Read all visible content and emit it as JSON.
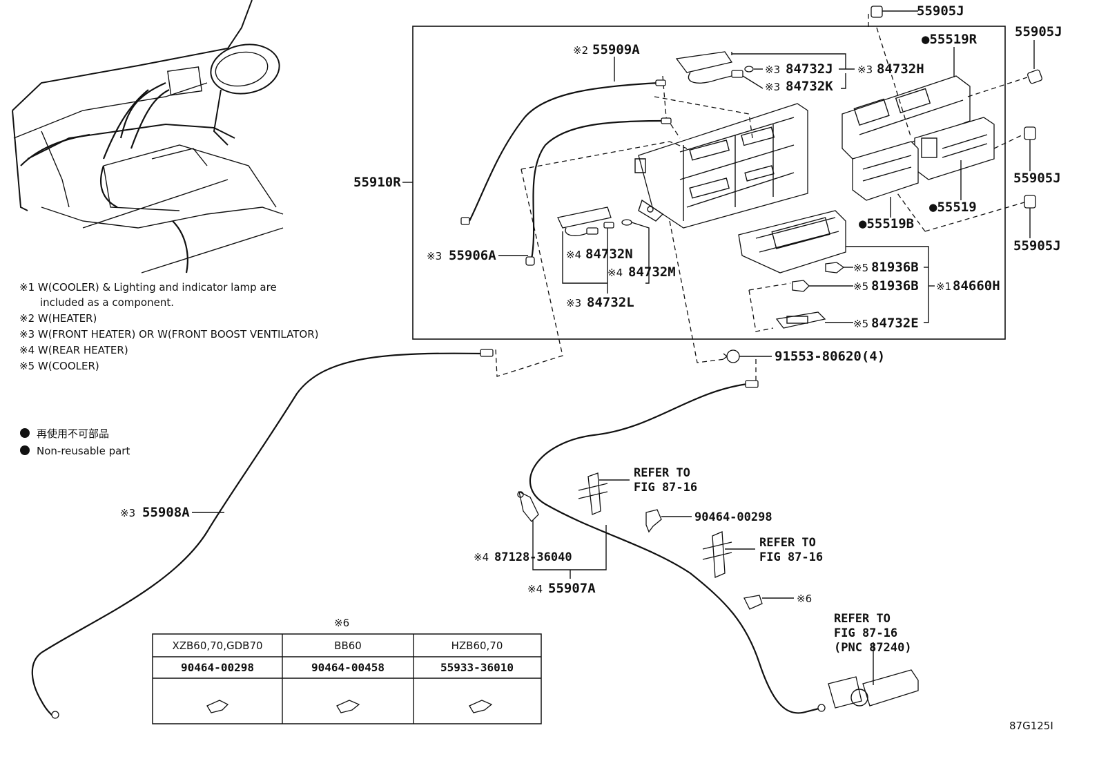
{
  "diagram_code": "87G125I",
  "callouts": {
    "p55905J_top": "55905J",
    "p55905J_right1": "55905J",
    "p55905J_right2": "55905J",
    "p55905J_right3": "55905J",
    "p55519R": "●55519R",
    "p55909A_mark": "※2",
    "p55909A": "55909A",
    "p84732J_mark": "※3",
    "p84732J": "84732J",
    "p84732H_mark": "※3",
    "p84732H": "84732H",
    "p84732K_mark": "※3",
    "p84732K": "84732K",
    "p55910R": "55910R",
    "p55519": "●55519",
    "p55519B": "●55519B",
    "p55906A_mark": "※3",
    "p55906A": "55906A",
    "p84732N_mark": "※4",
    "p84732N": "84732N",
    "p84732M_mark": "※4",
    "p84732M": "84732M",
    "p84732L_mark": "※3",
    "p84732L": "84732L",
    "p81936B_1_mark": "※5",
    "p81936B_1": "81936B",
    "p81936B_2_mark": "※5",
    "p81936B_2": "81936B",
    "p84660H_mark": "※1",
    "p84660H": "84660H",
    "p84732E_mark": "※5",
    "p84732E": "84732E",
    "p91553": "91553-80620(4)",
    "p55908A_mark": "※3",
    "p55908A": "55908A",
    "p90464": "90464-00298",
    "p87128_mark": "※4",
    "p87128": "87128-36040",
    "p55907A_mark": "※4",
    "p55907A": "55907A",
    "mark6": "※6",
    "refer1_a": "REFER TO",
    "refer1_b": "FIG 87-16",
    "refer2_a": "REFER TO",
    "refer2_b": "FIG 87-16",
    "refer3_a": "REFER TO",
    "refer3_b": "FIG 87-16",
    "refer3_c": "(PNC 87240)"
  },
  "notes": {
    "n1": "※1 W(COOLER) &  Lighting and indicator lamp are",
    "n1b": "included as a component.",
    "n2": "※2 W(HEATER)",
    "n3": "※3 W(FRONT HEATER) OR W(FRONT BOOST VENTILATOR)",
    "n4": "※4 W(REAR HEATER)",
    "n5": "※5 W(COOLER)"
  },
  "legend": {
    "jp": "再使用不可部品",
    "en": "Non-reusable part"
  },
  "table": {
    "title": "※6",
    "headers": [
      "XZB60,70,GDB70",
      "BB60",
      "HZB60,70"
    ],
    "parts": [
      "90464-00298",
      "90464-00458",
      "55933-36010"
    ]
  }
}
